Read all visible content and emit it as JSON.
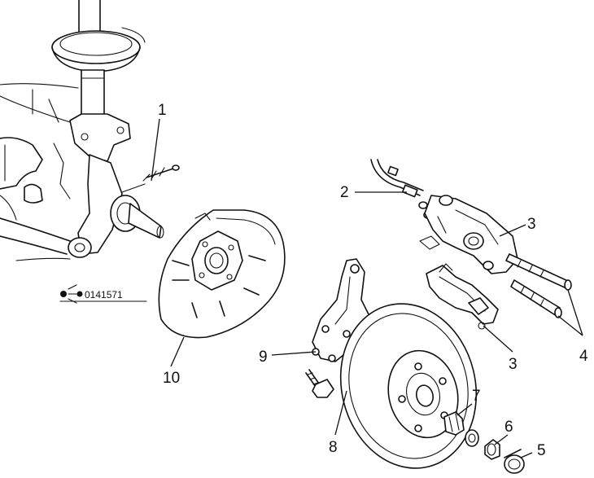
{
  "figure": {
    "reference_code": "0141571",
    "callouts": [
      "1",
      "2",
      "3",
      "3",
      "4",
      "5",
      "6",
      "7",
      "8",
      "9",
      "10"
    ]
  }
}
